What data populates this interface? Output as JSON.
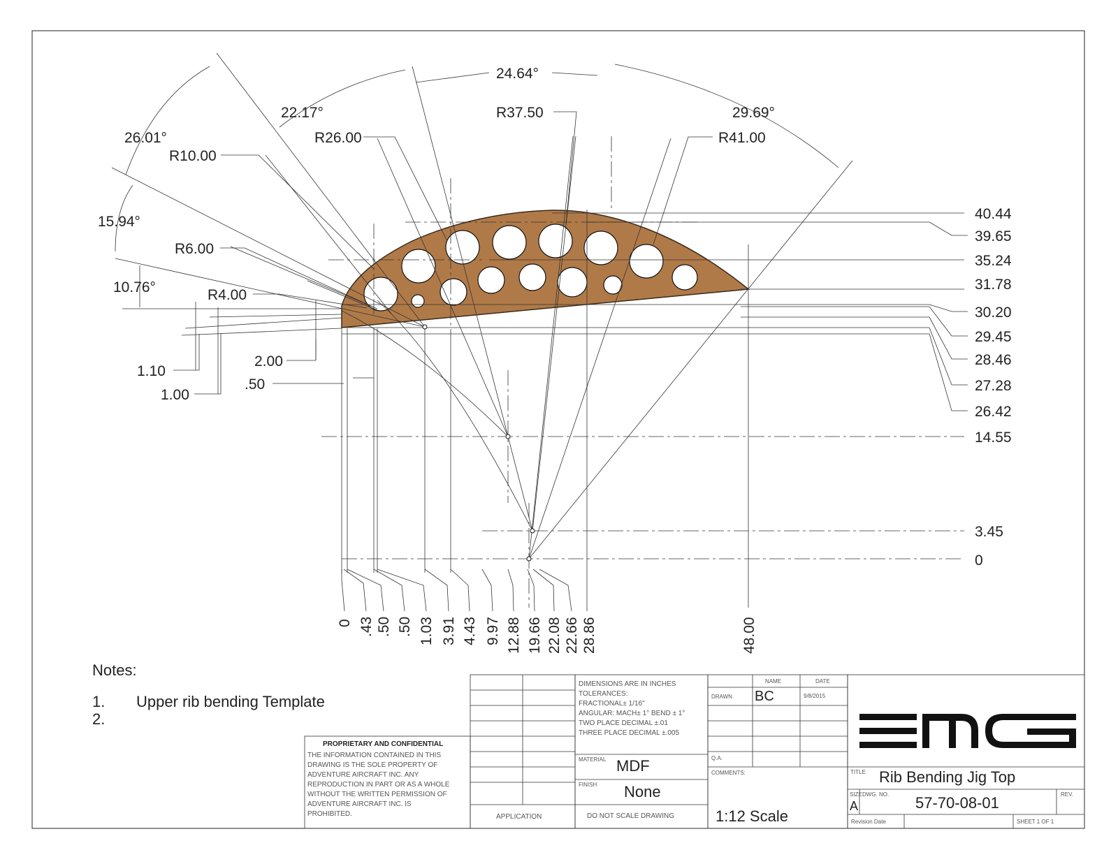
{
  "drawing": {
    "angles": [
      "26.01°",
      "22.17°",
      "24.64°",
      "29.69°",
      "15.94°",
      "10.76°"
    ],
    "radii": [
      "R10.00",
      "R26.00",
      "R37.50",
      "R41.00",
      "R6.00",
      "R4.00"
    ],
    "small_dims": [
      "1.10",
      "1.00",
      "2.00",
      ".50"
    ],
    "vertical_dims": [
      "40.44",
      "39.65",
      "35.24",
      "31.78",
      "30.20",
      "29.45",
      "28.46",
      "27.28",
      "26.42",
      "14.55",
      "3.45",
      "0"
    ],
    "horizontal_dims": [
      "0",
      ".43",
      ".50",
      ".50",
      "1.03",
      "3.91",
      "4.43",
      "9.97",
      "12.88",
      "19.66",
      "22.08",
      "22.66",
      "28.86",
      "48.00"
    ],
    "part_color": "#b07a48"
  },
  "notes": {
    "heading": "Notes:",
    "items": [
      {
        "num": "1.",
        "text": "Upper rib bending Template"
      },
      {
        "num": "2.",
        "text": ""
      }
    ]
  },
  "title_block": {
    "dims_note": [
      "DIMENSIONS ARE IN INCHES",
      "TOLERANCES:",
      "FRACTIONAL± 1/16\"",
      "ANGULAR: MACH± 1° BEND ± 1°",
      "TWO PLACE DECIMAL    ±.01",
      "THREE PLACE DECIMAL  ±.005"
    ],
    "name_header": "NAME",
    "date_header": "DATE",
    "drawn_label": "DRAWN",
    "drawn_name": "BC",
    "drawn_date": "9/8/2015",
    "qa_label": "Q.A.",
    "comments_label": "COMMENTS:",
    "scale": "1:12 Scale",
    "material_label": "MATERIAL",
    "material": "MDF",
    "finish_label": "FINISH",
    "finish": "None",
    "application_label": "APPLICATION",
    "do_not_scale": "DO NOT SCALE DRAWING",
    "proprietary_heading": "PROPRIETARY AND CONFIDENTIAL",
    "proprietary_lines": [
      "THE INFORMATION CONTAINED IN THIS",
      "DRAWING IS THE SOLE PROPERTY OF",
      "ADVENTURE AIRCRAFT INC.  ANY",
      "REPRODUCTION IN PART OR AS A WHOLE",
      "WITHOUT THE WRITTEN PERMISSION OF",
      "ADVENTURE AIRCRAFT INC. IS",
      "PROHIBITED."
    ],
    "logo_text": "EMG",
    "title_label": "TITLE",
    "title": "Rib Bending Jig Top",
    "size_label": "SIZE",
    "size": "A",
    "dwg_label": "DWG.  NO.",
    "dwg_no": "57-70-08-01",
    "rev_label": "REV.",
    "revision_date_label": "Revision Date",
    "sheet": "SHEET 1 OF 1"
  }
}
